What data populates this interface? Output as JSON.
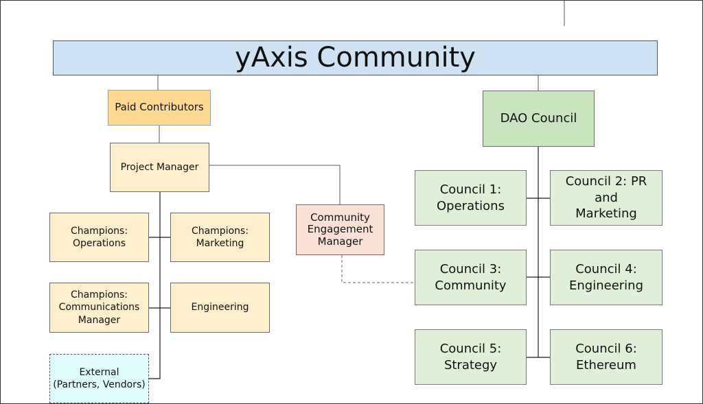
{
  "diagram": {
    "root": {
      "label": "yAxis Community"
    },
    "paid_contributors": {
      "label": "Paid Contributors"
    },
    "project_manager": {
      "label": "Project Manager"
    },
    "champions": [
      {
        "label": "Champions:\nOperations"
      },
      {
        "label": "Champions:\nMarketing"
      },
      {
        "label": "Champions:\nCommunications\nManager"
      },
      {
        "label": "Engineering"
      }
    ],
    "external": {
      "label": "External\n(Partners, Vendors)"
    },
    "community_engagement_manager": {
      "label": "Community\nEngagement\nManager"
    },
    "dao_council": {
      "label": "DAO Council"
    },
    "councils": [
      {
        "label": "Council 1:\nOperations"
      },
      {
        "label": "Council 2: PR and\nMarketing"
      },
      {
        "label": "Council 3:\nCommunity"
      },
      {
        "label": "Council 4:\nEngineering"
      },
      {
        "label": "Council 5: Strategy"
      },
      {
        "label": "Council 6:\nEthereum"
      }
    ],
    "colors": {
      "root_fill": "#cfe2f3",
      "paid_fill": "#ffd992",
      "dao_fill": "#c9e4bf",
      "champion_fill": "#fdefcc",
      "engagement_fill": "#f9e1d5",
      "external_fill": "#dffbfb",
      "council_fill": "#e0efd7",
      "line": "#1a1a1a",
      "dashed_line": "#666666"
    }
  }
}
